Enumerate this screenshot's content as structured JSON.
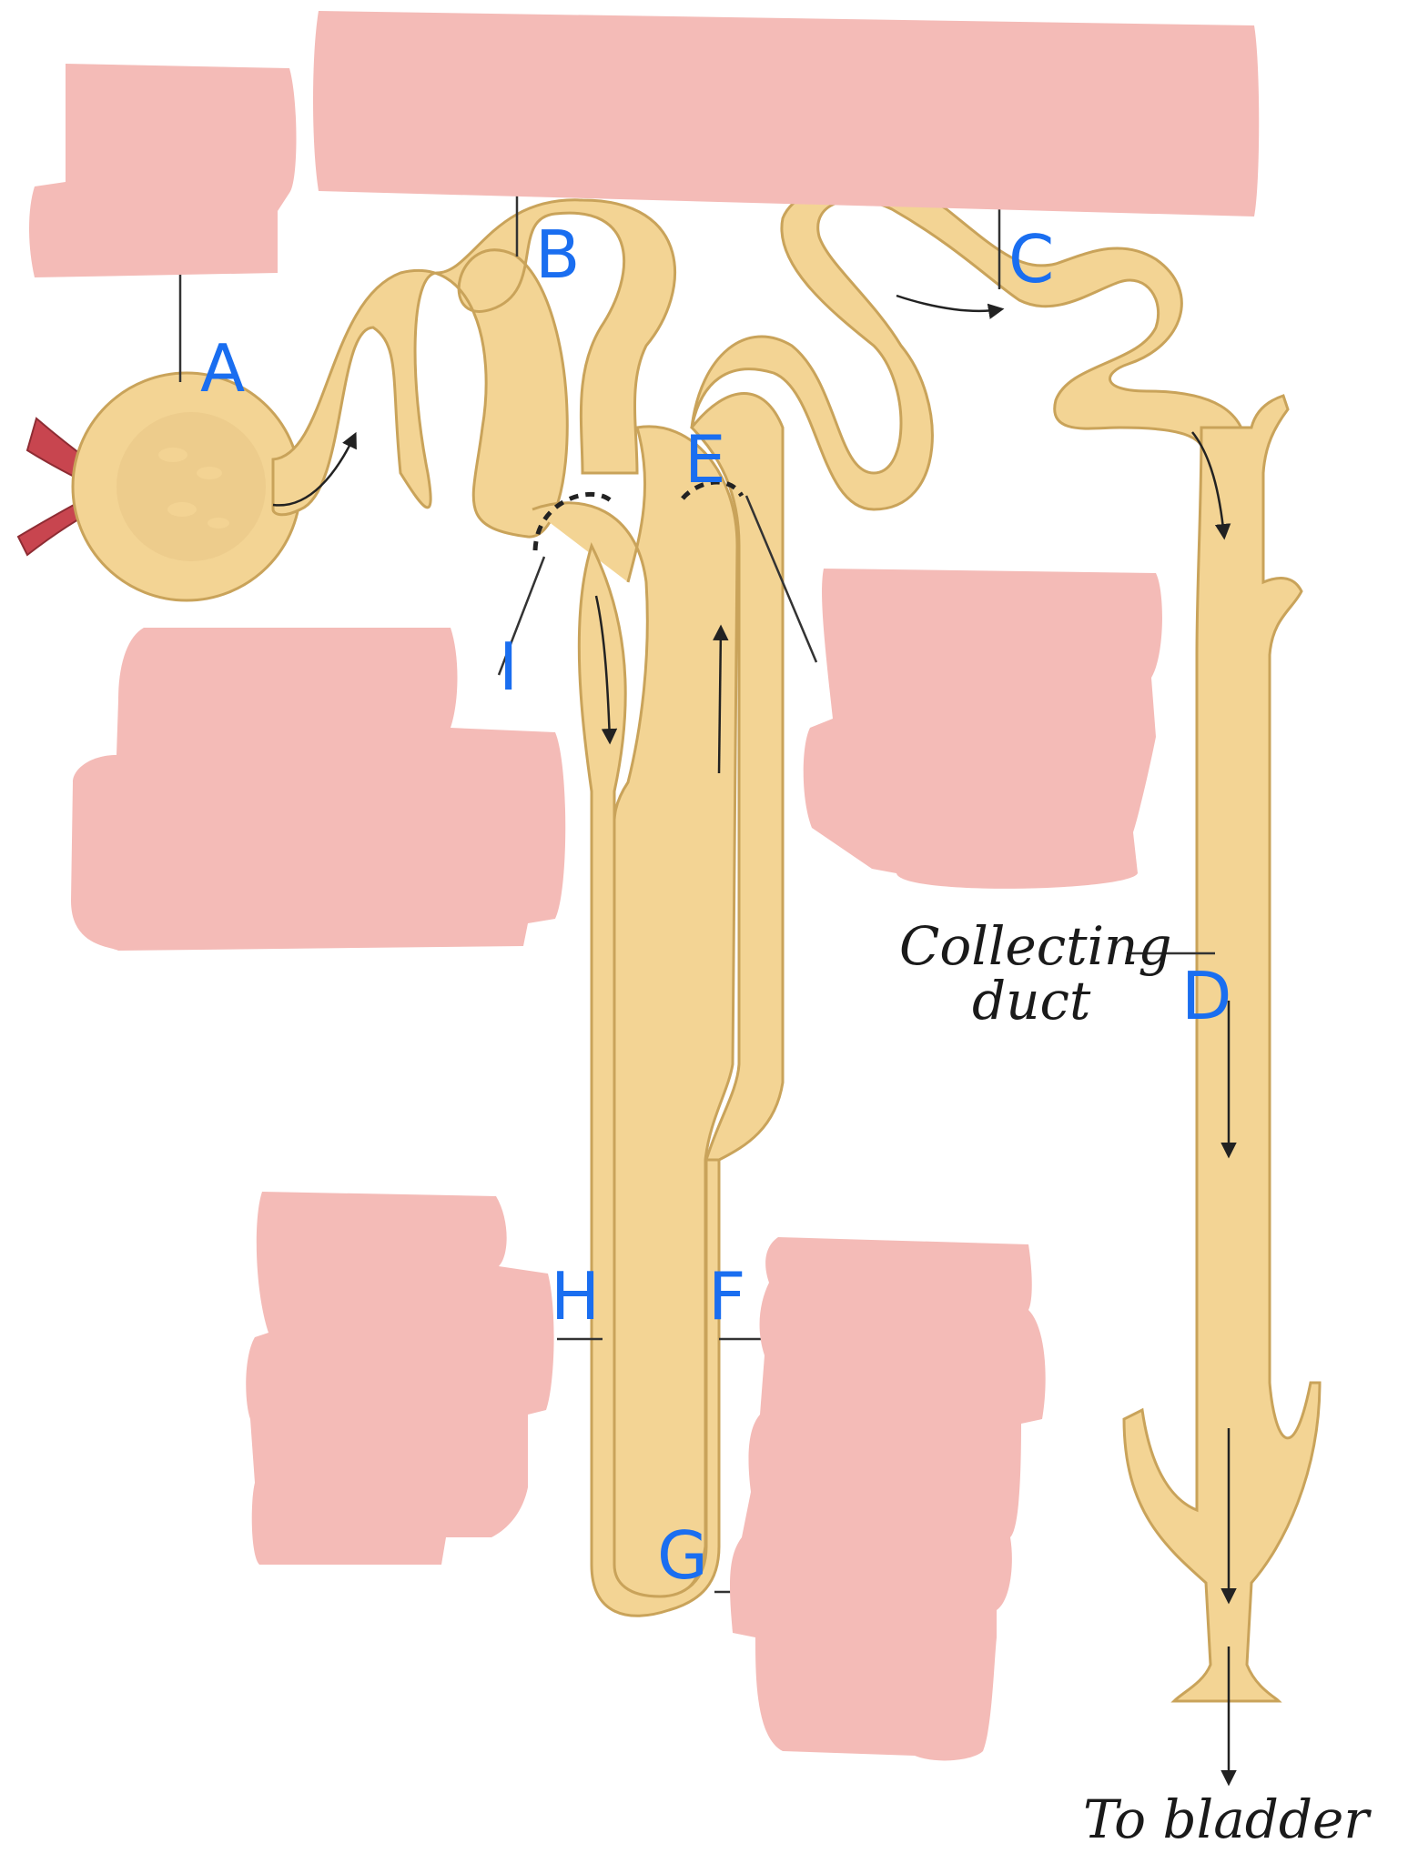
{
  "labels": {
    "a": "A",
    "b": "B",
    "c": "C",
    "d": "D",
    "e": "E",
    "f": "F",
    "g": "G",
    "h": "H",
    "i": "I"
  },
  "captions": {
    "collecting_line1": "Collecting",
    "collecting_line2": "duct",
    "bladder": "To bladder"
  },
  "colors": {
    "tube_fill": "#f3d494",
    "tube_outline": "#c9a35a",
    "blood_vessel": "#c8454f",
    "label_letters": "#1a6ef0",
    "mask_boxes": "#f4bbb7"
  }
}
